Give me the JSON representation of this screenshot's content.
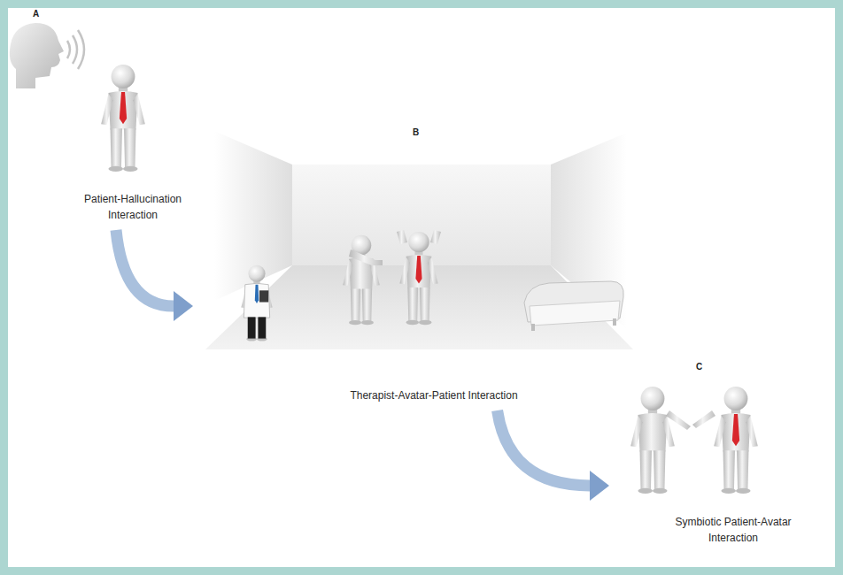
{
  "diagram": {
    "nodes": [
      {
        "text": [
          "A",
          "Patient-Hallucination Interaction"
        ]
      },
      {
        "text": [
          "B",
          "Therapist-Avatar-Patient Interaction"
        ]
      },
      {
        "text": [
          "C",
          "Symbiotic Patient-Avatar Interaction"
        ]
      }
    ],
    "edges": [
      {
        "from": 0,
        "to": 1,
        "arrow": "to"
      },
      {
        "from": 1,
        "to": 2,
        "arrow": "to"
      }
    ]
  }
}
